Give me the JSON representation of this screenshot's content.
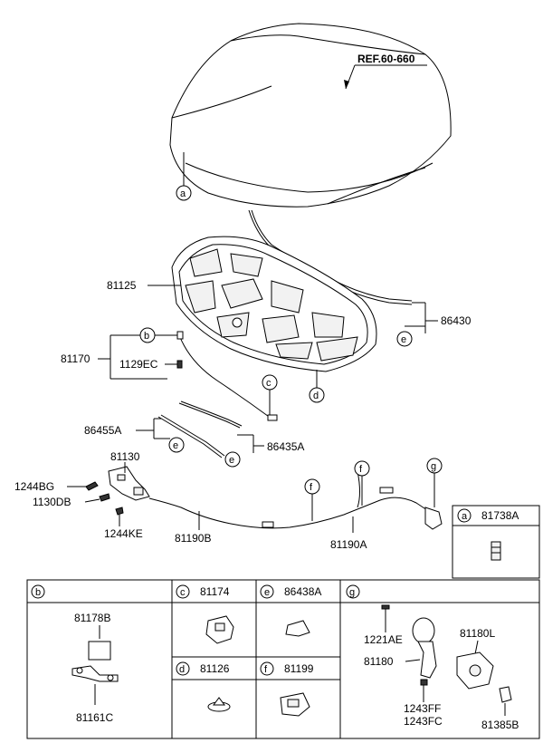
{
  "ref_label": "REF.60-660",
  "callouts": {
    "a": "a",
    "b": "b",
    "c": "c",
    "d": "d",
    "e": "e",
    "f": "f",
    "g": "g"
  },
  "parts": {
    "p81125": "81125",
    "p86430": "86430",
    "p81170": "81170",
    "p1129EC": "1129EC",
    "p86455A": "86455A",
    "p86435A": "86435A",
    "p81130": "81130",
    "p1244BG": "1244BG",
    "p1130DB": "1130DB",
    "p1244KE": "1244KE",
    "p81190B": "81190B",
    "p81190A": "81190A"
  },
  "table": {
    "a_part": "81738A",
    "b_part1": "81178B",
    "b_part2": "81161C",
    "c_part": "81174",
    "e_part": "86438A",
    "d_part": "81126",
    "f_part": "81199",
    "g_1221AE": "1221AE",
    "g_81180L": "81180L",
    "g_81180": "81180",
    "g_1243FF": "1243FF",
    "g_1243FC": "1243FC",
    "g_81385B": "81385B"
  }
}
